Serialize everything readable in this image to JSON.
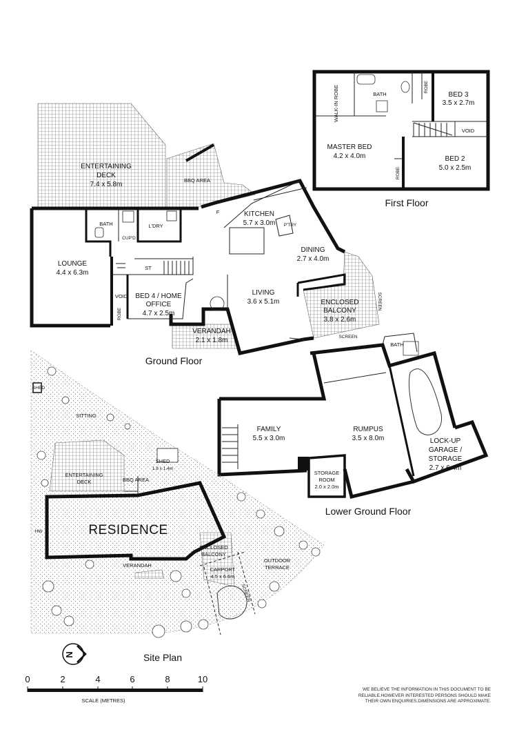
{
  "first_floor": {
    "title": "First Floor",
    "rooms": {
      "walk_in_robe": "WALK-IN ROBE",
      "bath": "BATH",
      "robe": "ROBE",
      "bed3": "BED 3",
      "bed3_dim": "3.5 x 2.7m",
      "void": "VOID",
      "master": "MASTER BED",
      "master_dim": "4.2 x 4.0m",
      "bed2": "BED 2",
      "bed2_dim": "5.0 x 2.5m",
      "robe2": "ROBE"
    }
  },
  "ground_floor": {
    "title": "Ground Floor",
    "rooms": {
      "deck1": "ENTERTAINING",
      "deck2": "DECK",
      "deck_dim": "7.4 x 5.8m",
      "bbq": "BBQ AREA",
      "kitchen": "KITCHEN",
      "kitchen_dim": "5.7 x 3.0m",
      "f": "F",
      "bath": "BATH",
      "laundry": "L'DRY",
      "cupd": "CUP'D",
      "ptry": "P'TRY",
      "lounge": "LOUNGE",
      "lounge_dim": "4.4 x 6.3m",
      "st": "ST",
      "dining": "DINING",
      "dining_dim": "2.7 x 4.0m",
      "void": "VOID",
      "robe": "ROBE",
      "bed4a": "BED 4 / HOME",
      "bed4b": "OFFICE",
      "bed4_dim": "4.7 x 2.5m",
      "living": "LIVING",
      "living_dim": "3.6 x 5.1m",
      "enc1": "ENCLOSED",
      "enc2": "BALCONY",
      "enc_dim": "3.8 x 2.6m",
      "screen": "SCREEN",
      "verandah": "VERANDAH",
      "verandah_dim": "2.1 x 1.8m",
      "screen2": "SCREEN"
    }
  },
  "lower_floor": {
    "title": "Lower Ground Floor",
    "rooms": {
      "bath": "BATH",
      "family": "FAMILY",
      "family_dim": "5.5 x 3.0m",
      "rumpus": "RUMPUS",
      "rumpus_dim": "3.5 x 8.0m",
      "garage1": "LOCK-UP",
      "garage2": "GARAGE /",
      "garage3": "STORAGE",
      "garage_dim": "2.7 x 6.4m",
      "storage1": "STORAGE",
      "storage2": "ROOM",
      "storage_dim": "2.0 x 2.0m"
    }
  },
  "site_plan": {
    "title": "Site Plan",
    "labels": {
      "shed_small": "SHED",
      "sitting": "SITTING",
      "deck1": "ENTERTAINING",
      "deck2": "DECK",
      "shed": "SHED",
      "shed_dim": "1.8 x 1.4m",
      "bbq": "BBQ AREA",
      "residence": "RESIDENCE",
      "hw": "HW",
      "enc1": "ENCLOSED",
      "enc2": "BALCONY",
      "outdoor1": "OUTDOOR",
      "outdoor2": "TERRACE",
      "verandah": "VERANDAH",
      "carport": "CARPORT",
      "carport_dim": "4.5 x 6.6m",
      "screen": "SCREEN"
    },
    "north": "N"
  },
  "scale": {
    "ticks": [
      "0",
      "2",
      "4",
      "6",
      "8",
      "10"
    ],
    "label": "SCALE (METRES)"
  },
  "disclaimer": "WE BELIEVE THE INFORMATION IN THIS DOCUMENT TO BE RELIABLE.HOWEVER INTERESTED PERSONS SHOULD MAKE THEIR OWN ENQUIRIES.DIMENSIONS ARE APPROXIMATE."
}
